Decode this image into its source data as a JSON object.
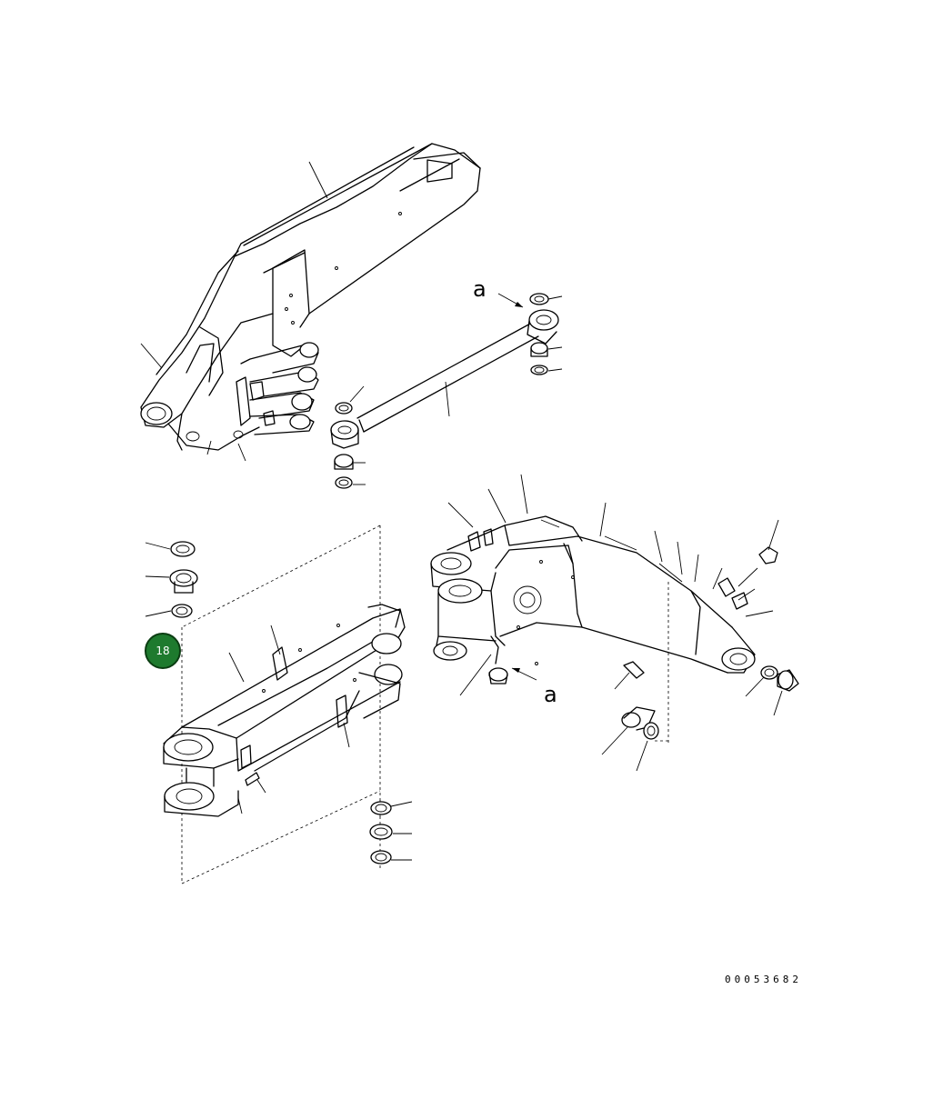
{
  "drawing": {
    "number": "00053682",
    "view_marker_top": "a",
    "view_marker_bottom": "a"
  },
  "callout": {
    "label": "18",
    "color": "#1e7a2e"
  }
}
